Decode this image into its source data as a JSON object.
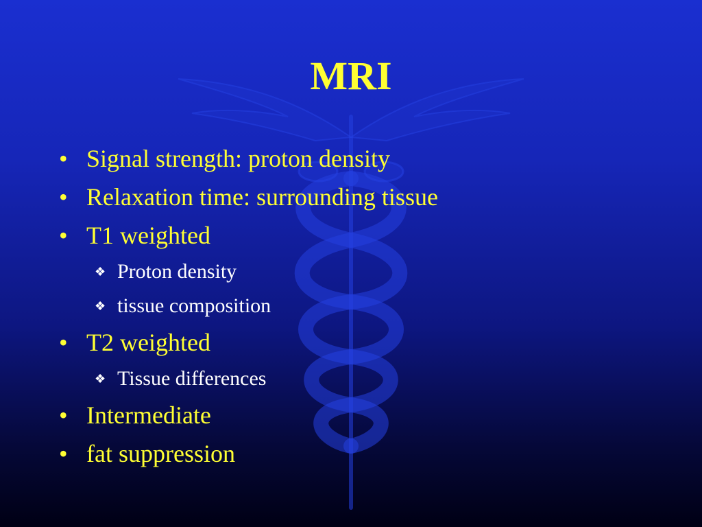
{
  "slide": {
    "title": "MRI",
    "bullet_glyph": "•",
    "sub_bullet_glyph": "❖",
    "bullets": [
      {
        "text": "Signal strength:  proton density",
        "level": 1
      },
      {
        "text": "Relaxation time:  surrounding tissue",
        "level": 1
      },
      {
        "text": "T1 weighted",
        "level": 1
      },
      {
        "text": "Proton density",
        "level": 2
      },
      {
        "text": "tissue composition",
        "level": 2
      },
      {
        "text": "T2 weighted",
        "level": 1
      },
      {
        "text": "Tissue differences",
        "level": 2
      },
      {
        "text": "Intermediate",
        "level": 1
      },
      {
        "text": "fat suppression",
        "level": 1
      }
    ]
  },
  "colors": {
    "title": "#ffff33",
    "bullet_text": "#ffff33",
    "sub_bullet_text": "#ffffff",
    "background_top": "#1a2fd0",
    "background_bottom": "#000014",
    "watermark": "#2540e0"
  },
  "watermark_icon": "caduceus-icon"
}
